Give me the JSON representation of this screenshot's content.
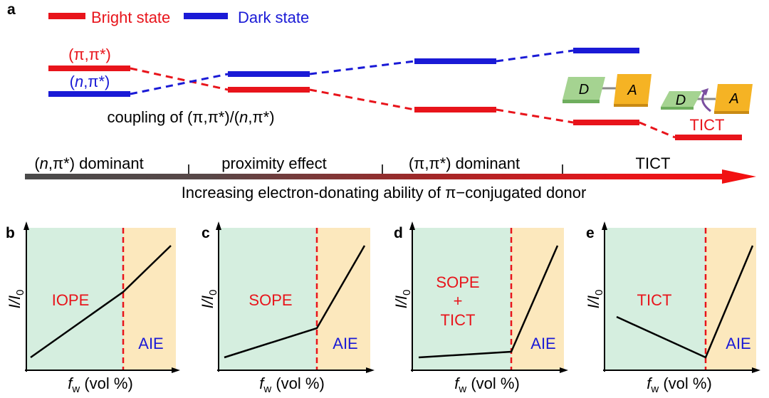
{
  "figure": {
    "panel_a": {
      "label": "a",
      "legend": {
        "bright": "Bright state",
        "dark": "Dark state"
      },
      "level_labels": {
        "pipi": "(π,π*)",
        "npi": {
          "open": "(",
          "n": "n",
          "rest": ",π*)"
        }
      },
      "coupling": {
        "prefix": "coupling of (π,π*)/(",
        "n": "n",
        "suffix": ",π*)"
      },
      "schematic": {
        "donor": "D",
        "acceptor": "A",
        "donor_twisted": "D",
        "acceptor_twisted": "A",
        "tict_label": "TICT"
      },
      "timeline": {
        "stage_1": {
          "open": "(",
          "n": "n",
          "rest": ",π*) dominant"
        },
        "stage_2": "proximity effect",
        "stage_3": "(π,π*) dominant",
        "stage_4": "TICT",
        "caption": "Increasing electron-donating ability of π−conjugated donor"
      }
    },
    "axes": {
      "y": {
        "main": "I/I",
        "sub": "0"
      },
      "x": {
        "main": "f",
        "sub": "w",
        "rest": " (vol %)"
      }
    },
    "panels": [
      {
        "label": "b",
        "left_text": [
          "IOPE"
        ],
        "right_text": "AIE"
      },
      {
        "label": "c",
        "left_text": [
          "SOPE"
        ],
        "right_text": "AIE"
      },
      {
        "label": "d",
        "left_text": [
          "SOPE",
          "+",
          "TICT"
        ],
        "right_text": "AIE"
      },
      {
        "label": "e",
        "left_text": [
          "TICT"
        ],
        "right_text": "AIE"
      }
    ]
  },
  "colors": {
    "bright": "#e8141b",
    "dark": "#1a1ad6",
    "pre_aggregation_region": "#d5eedf",
    "aggregation_region": "#fce8bd",
    "threshold": "#e8141b",
    "donor": "#a5d391",
    "donor_edge": "#6fae5e",
    "acceptor": "#f5b324",
    "acceptor_edge": "#c98a14",
    "connector": "#8a8a8a",
    "twist_arrow": "#7b4fa0"
  }
}
